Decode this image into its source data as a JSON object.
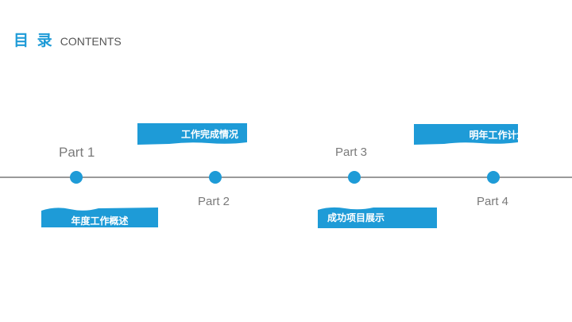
{
  "header": {
    "title_cn": "目 录",
    "title_en": "CONTENTS"
  },
  "colors": {
    "accent": "#1e9bd7",
    "line": "#9a9a9a",
    "label": "#7a7a7a"
  },
  "timeline": {
    "parts": [
      {
        "label": "Part 1",
        "topic": "年度工作概述"
      },
      {
        "label": "Part 2",
        "topic": "工作完成情况"
      },
      {
        "label": "Part 3",
        "topic": "成功项目展示"
      },
      {
        "label": "Part 4",
        "topic": "明年工作计划"
      }
    ]
  }
}
